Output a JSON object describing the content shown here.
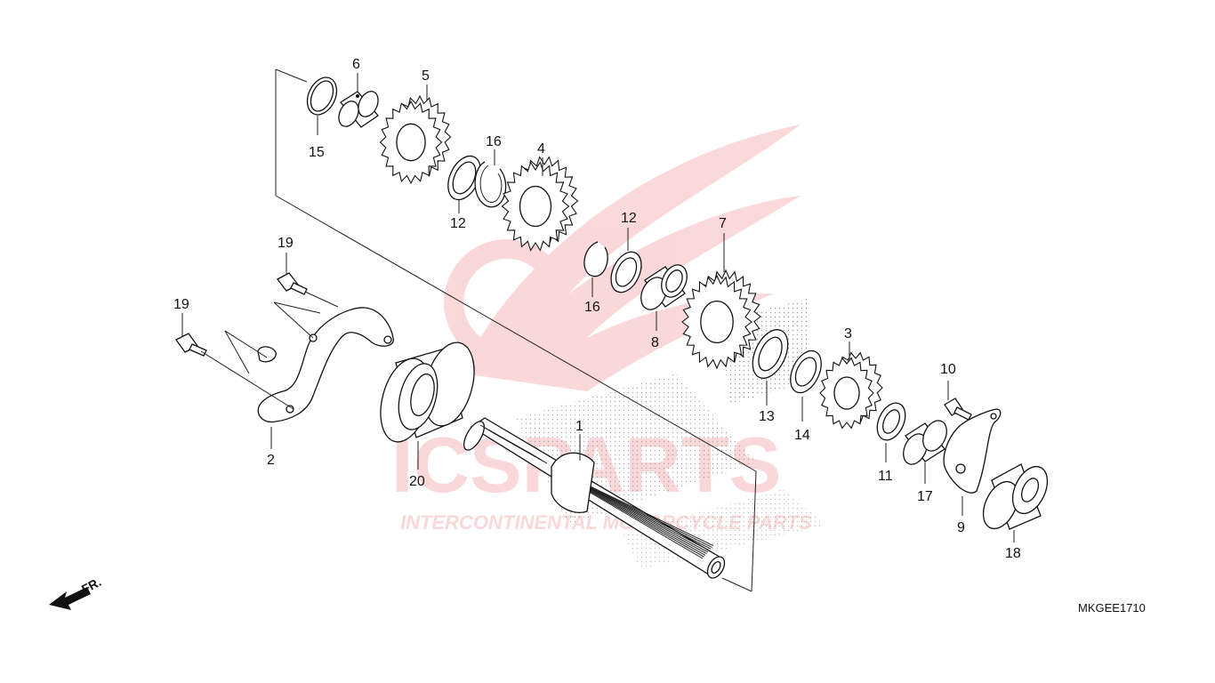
{
  "diagram_code": "MKGEE1710",
  "front_indicator": "FR.",
  "watermark": {
    "brand": "ICSPARTS",
    "tagline": "INTERCONTINENTAL MOTORCYCLE PARTS",
    "color": "#e8262b"
  },
  "callouts": {
    "p1": "1",
    "p2": "2",
    "p3": "3",
    "p4": "4",
    "p5": "5",
    "p6": "6",
    "p7": "7",
    "p8": "8",
    "p9": "9",
    "p10": "10",
    "p11": "11",
    "p12a": "12",
    "p12b": "12",
    "p13": "13",
    "p14": "14",
    "p15": "15",
    "p16a": "16",
    "p16b": "16",
    "p17": "17",
    "p18": "18",
    "p19a": "19",
    "p19b": "19",
    "p20": "20"
  }
}
